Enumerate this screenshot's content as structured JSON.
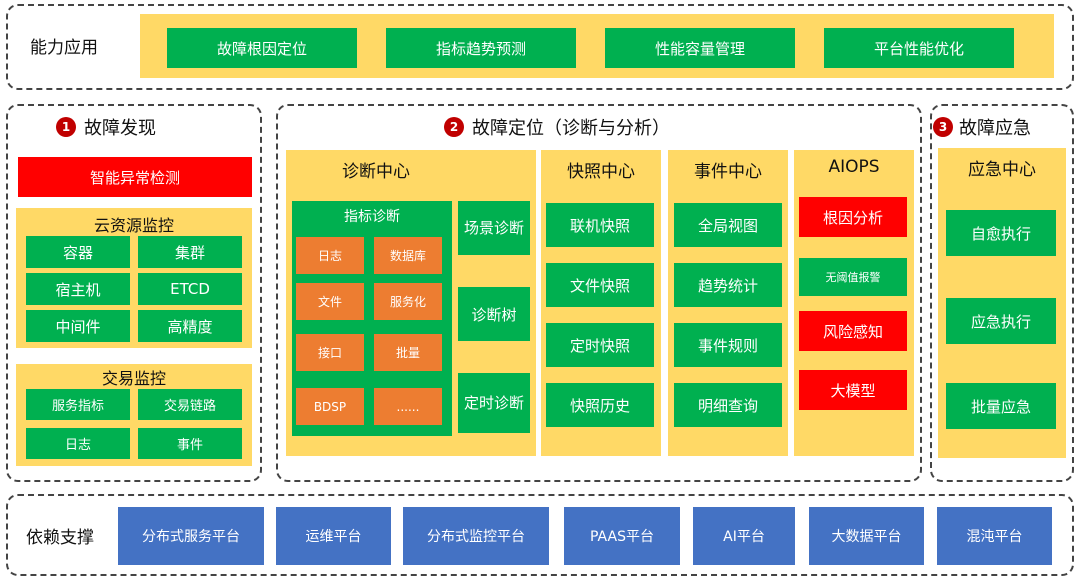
{
  "top": {
    "label": "能力应用",
    "items": [
      "故障根因定位",
      "指标趋势预测",
      "性能容量管理",
      "平台性能优化"
    ]
  },
  "discovery": {
    "number": "1",
    "title": "故障发现",
    "anomaly": "智能异常检测",
    "cloud": {
      "title": "云资源监控",
      "items": [
        "容器",
        "集群",
        "宿主机",
        "ETCD",
        "中间件",
        "高精度"
      ]
    },
    "trade": {
      "title": "交易监控",
      "items": [
        "服务指标",
        "交易链路",
        "日志",
        "事件"
      ]
    }
  },
  "location": {
    "number": "2",
    "title": "故障定位（诊断与分析）",
    "diag": {
      "title": "诊断中心",
      "metric_title": "指标诊断",
      "metric_items": [
        "日志",
        "数据库",
        "文件",
        "服务化",
        "接口",
        "批量",
        "BDSP",
        "......"
      ],
      "side_items": [
        "场景诊断",
        "诊断树",
        "定时诊断"
      ]
    },
    "snapshot": {
      "title": "快照中心",
      "items": [
        "联机快照",
        "文件快照",
        "定时快照",
        "快照历史"
      ]
    },
    "event": {
      "title": "事件中心",
      "items": [
        "全局视图",
        "趋势统计",
        "事件规则",
        "明细查询"
      ]
    },
    "aiops": {
      "title": "AIOPS",
      "items": [
        "根因分析",
        "无阈值报警",
        "风险感知",
        "大模型"
      ]
    }
  },
  "emergency": {
    "number": "3",
    "title": "故障应急",
    "center": {
      "title": "应急中心",
      "items": [
        "自愈执行",
        "应急执行",
        "批量应急"
      ]
    }
  },
  "bottom": {
    "label": "依赖支撑",
    "items": [
      "分布式服务平台",
      "运维平台",
      "分布式监控平台",
      "PAAS平台",
      "AI平台",
      "大数据平台",
      "混沌平台"
    ]
  }
}
